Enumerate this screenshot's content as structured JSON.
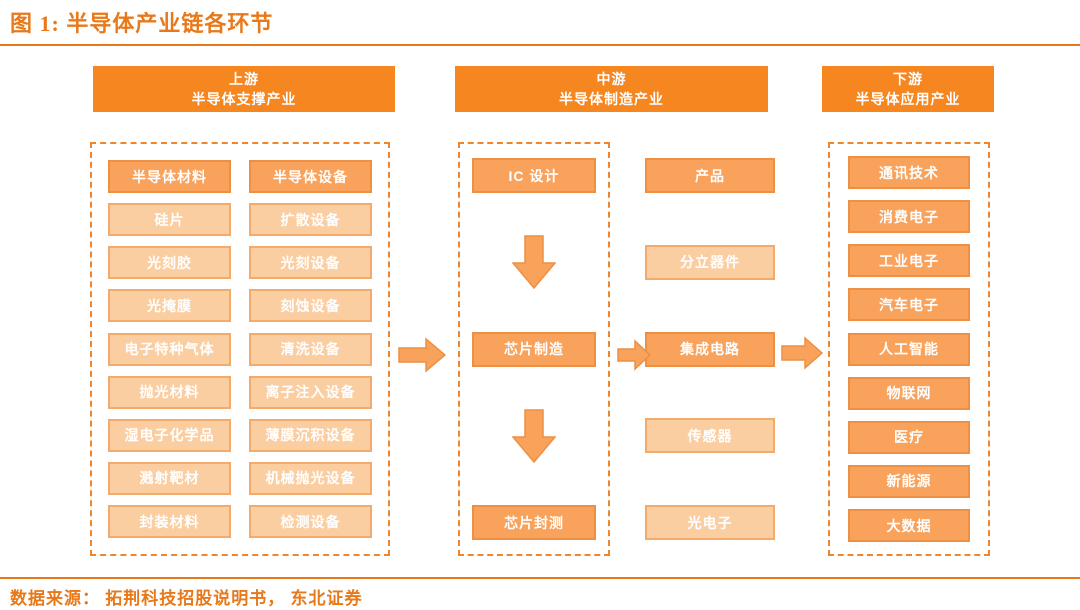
{
  "title": "图 1:  半导体产业链各环节",
  "source": "数据来源： 拓荆科技招股说明书， 东北证券",
  "colors": {
    "accent": "#E8791A",
    "header_bg": "#F6861F",
    "dark_box_fill": "#F8A25C",
    "dark_box_border": "#EE9043",
    "light_box_fill": "#FBCEA2",
    "light_box_border": "#F3AA6B",
    "dashed_border": "#F0862B",
    "box_text": "#FFFFFF"
  },
  "sections": {
    "upstream": {
      "header_line1": "上游",
      "header_line2": "半导体支撑产业",
      "material_items": [
        {
          "label": "半导体材料",
          "variant": "dark"
        },
        {
          "label": "硅片",
          "variant": "light"
        },
        {
          "label": "光刻胶",
          "variant": "light"
        },
        {
          "label": "光掩膜",
          "variant": "light"
        },
        {
          "label": "电子特种气体",
          "variant": "light"
        },
        {
          "label": "抛光材料",
          "variant": "light"
        },
        {
          "label": "湿电子化学品",
          "variant": "light"
        },
        {
          "label": "溅射靶材",
          "variant": "light"
        },
        {
          "label": "封装材料",
          "variant": "light"
        }
      ],
      "equipment_items": [
        {
          "label": "半导体设备",
          "variant": "dark"
        },
        {
          "label": "扩散设备",
          "variant": "light"
        },
        {
          "label": "光刻设备",
          "variant": "light"
        },
        {
          "label": "刻蚀设备",
          "variant": "light"
        },
        {
          "label": "清洗设备",
          "variant": "light"
        },
        {
          "label": "离子注入设备",
          "variant": "light"
        },
        {
          "label": "薄膜沉积设备",
          "variant": "light"
        },
        {
          "label": "机械抛光设备",
          "variant": "light"
        },
        {
          "label": "检测设备",
          "variant": "light"
        }
      ]
    },
    "midstream": {
      "header_line1": "中游",
      "header_line2": "半导体制造产业",
      "flow": [
        {
          "label": "IC 设计",
          "variant": "dark"
        },
        {
          "label": "芯片制造",
          "variant": "dark"
        },
        {
          "label": "芯片封测",
          "variant": "dark"
        }
      ],
      "products": [
        {
          "label": "产品",
          "variant": "dark"
        },
        {
          "label": "分立器件",
          "variant": "light"
        },
        {
          "label": "集成电路",
          "variant": "dark"
        },
        {
          "label": "传感器",
          "variant": "light"
        },
        {
          "label": "光电子",
          "variant": "light"
        }
      ]
    },
    "downstream": {
      "header_line1": "下游",
      "header_line2": "半导体应用产业",
      "application_items": [
        {
          "label": "通讯技术",
          "variant": "dark"
        },
        {
          "label": "消费电子",
          "variant": "dark"
        },
        {
          "label": "工业电子",
          "variant": "dark"
        },
        {
          "label": "汽车电子",
          "variant": "dark"
        },
        {
          "label": "人工智能",
          "variant": "dark"
        },
        {
          "label": "物联网",
          "variant": "dark"
        },
        {
          "label": "医疗",
          "variant": "dark"
        },
        {
          "label": "新能源",
          "variant": "dark"
        },
        {
          "label": "大数据",
          "variant": "dark"
        }
      ]
    }
  }
}
